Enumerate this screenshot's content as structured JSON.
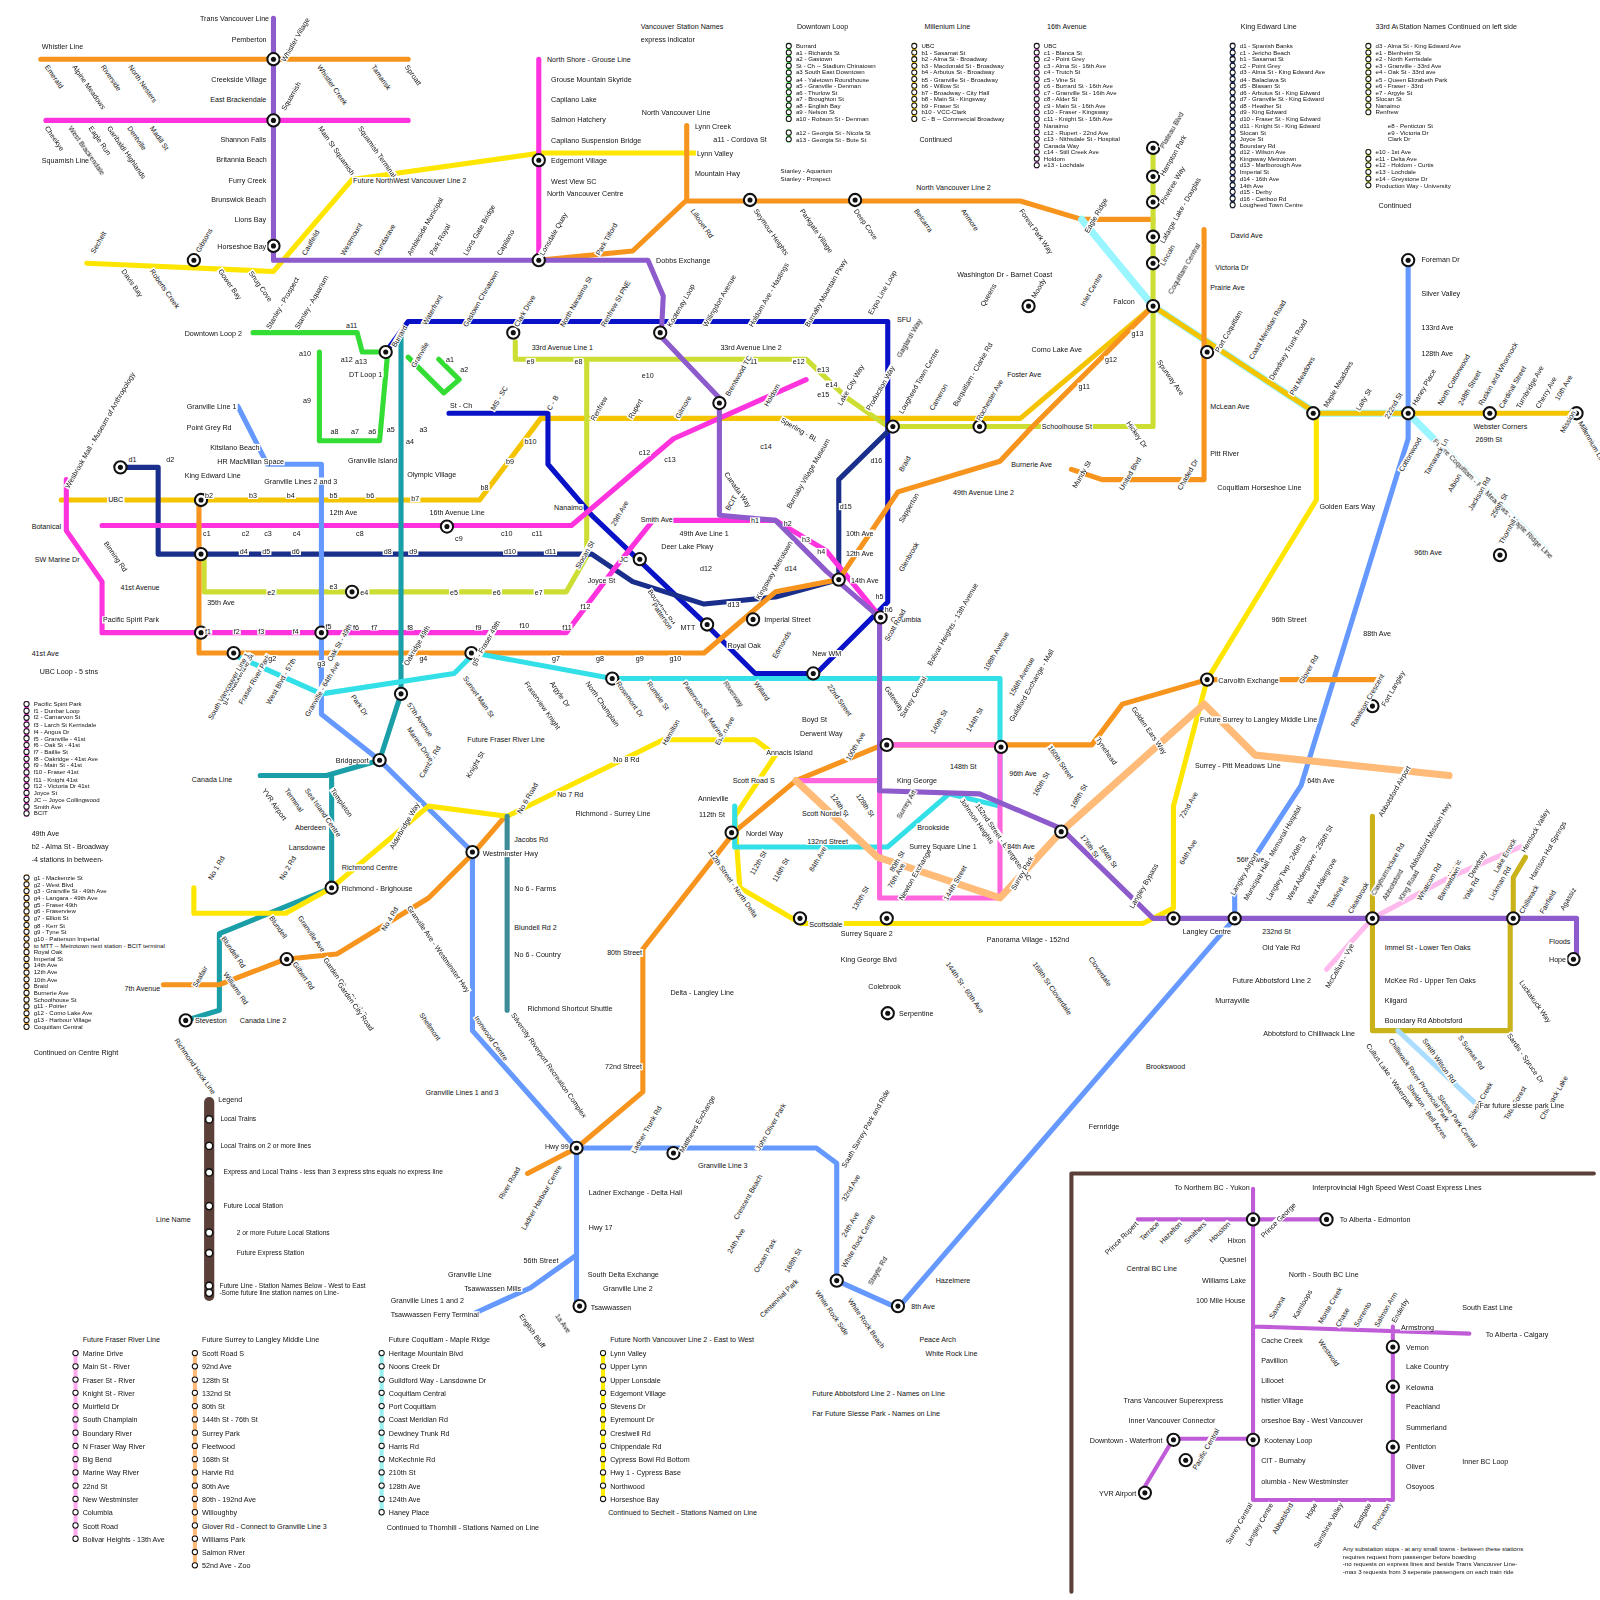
{
  "diagram": {
    "labels": [
      "Trans Vancouver Line",
      "Whistler Line",
      "Pemberton",
      "Whistler Village",
      "Emerald",
      "Alpine Meadows",
      "Riverside",
      "North Nesters",
      "Whistler Creek",
      "Tamarisk",
      "Sproatt",
      "Creekside Village",
      "East Brackendale",
      "Squamish",
      "Cheekye",
      "West Brackendale",
      "Eagle Run",
      "Garibaldi Highlands",
      "Dentville",
      "Madill St",
      "Main St Squamish",
      "Squamish Terminal",
      "Squamish Line",
      "Shannon Falls",
      "Britannia Beach",
      "Furry Creek",
      "Brunswick Beach",
      "Lions Bay",
      "Horseshoe Bay",
      "Sechelt",
      "Davis Bay",
      "Roberts Creek",
      "Gibsons",
      "Gower Bay",
      "Snug Cove",
      "Caulfeild",
      "Westmount",
      "Dundarave",
      "Ambleside Municipal",
      "Park Royal",
      "Lions Gate Bridge",
      "Capilano",
      "Lonsdale Quay",
      "Park Tilford",
      "Dobbs Exchange",
      "Future NorthWest Vancouver Line 2",
      "North Shore - Grouse Line",
      "Grouse Mountain Skyride",
      "Capilano Lake",
      "Salmon Hatchery",
      "Capilano Suspension Bridge",
      "Edgemont Village",
      "West View SC",
      "North Vancouver Centre",
      "Lynn Valley",
      "North Vancouver Line",
      "Lynn Creek",
      "a11 - Cordova St",
      "Mountain Hwy",
      "Lillooet Rd",
      "Seymour Heights",
      "Parkgate Village",
      "Deep Cove",
      "North Vancouver Line 2",
      "Belcarra",
      "Anmore",
      "Forest Park Way",
      "Eagle Ridge",
      "Plateau Blvd",
      "Hampton Park",
      "Pinetree Way",
      "Lafarge Lake - Douglas",
      "Lincoln",
      "Coquitlam Central",
      "Vancouver Station Names",
      "express indicator",
      "Downtown Loop",
      "Burrard",
      "a1 - Richards St",
      "a2 - Gastown",
      "St - Ch -- Stadium Chinatown",
      "a3 South East Downtown",
      "a4 - Yaletown Roundhouse",
      "a5 - Granville - Denman",
      "a6 - Thurlow St",
      "a7 - Broughton St",
      "a8 - English Bay",
      "a9 - Nelson St",
      "a10 - Robson St - Denman",
      "a12 - Georgia St - Nicola St",
      "a13 - Georgia St - Bute St",
      "Stanley - Aquarium",
      "Stanley - Prospect",
      "Millenium Line",
      "UBC",
      "b1 - Sasamat St",
      "b2 - Alma St - Broadway",
      "b3 - Macdonald St - Broadway",
      "b4 - Arbutus St - Broadway",
      "b5 - Granville St - Broadway",
      "b6 - Willow St",
      "b7 - Broadway - City Hall",
      "b8 - Main St - Kingsway",
      "b9 - Fraser St",
      "b10 - VCC-Clark",
      "C - B -- Commercial Broadway",
      "Continued",
      "16th Avenue",
      "UBC",
      "c1 - Blanca St",
      "c2 - Point Grey",
      "c3 - Alma St - 16th Ave",
      "c4 - Trutch St",
      "c5 - Vine St",
      "c6 - Burrard St - 16th Ave",
      "c7 - Granville St - 16th Ave",
      "c8 - Alder St",
      "c9 - Main St - 16th Ave",
      "c10 - Fraser - Kingsway",
      "c11 - Knight St - 16th Ave",
      "Nanaimo",
      "c12 - Rupert - 22nd Ave",
      "c13 - Nithsdale St - Hospital",
      "Canada Way",
      "c14 - Still Creek Ave",
      "Holdom",
      "e13 - Lochdale",
      "King Edward Line",
      "d1 - Spanish Banks",
      "c1 - Jericho Beach",
      "b1 - Sasamat St",
      "c2 - Point Grey",
      "d3 - Alma St - King Edward Ave",
      "d4 - Balaclava St",
      "d5 - Blasam St",
      "d6 - Arbutus St - King Edward",
      "d7 - Granville St - King Edward",
      "d8 - Heather St",
      "d9 - King Edward",
      "d10 - Fraser St - King Edward",
      "d11 - Knight St - King Edward",
      "Slocan St",
      "Joyce St",
      "Boundary Rd",
      "d12 - Wilson Ave",
      "Kingsway Metrotown",
      "d13 - Marlborough Ave",
      "Imperial St",
      "d14 - 16th Ave",
      "14th Ave",
      "d15 - Derby",
      "d16 - Cariboo Rd",
      "Lougheed Town Centre",
      "33rd Ave",
      "Station Names Continued on left side",
      "d3 - Alma St - King Edward Ave",
      "e1 - Blenheim St",
      "e2 - North Kerrisdale",
      "e3 - Granville - 33rd Ave",
      "e4 - Oak St - 33rd ave",
      "e5 - Queen Elizabeth Park",
      "e6 - Fraser - 33rd",
      "e7 - Argyle St",
      "Slocan St",
      "Nanaimo",
      "Renfrew",
      "e8 - Penticton St",
      "e9 - Victoria Dr",
      "Clark Dr",
      "e10 - 1st Ave",
      "e11 - Delta Ave",
      "e12 - Holdom - Curtis",
      "e13 - Lochdale",
      "e14 - Greystone Dr",
      "Production Way - University",
      "Continued",
      "41st Ave",
      "UBC Loop - 5 stns",
      "Pacific Spirit Park",
      "f1 - Dunbar Loop",
      "f2 - Carnarvon St",
      "f3 - Larch St Kerrisdale",
      "f4 - Angus Dr",
      "f5 - Granville - 41st",
      "f6 - Oak St - 41st",
      "f7 - Baillie St",
      "f8 - Oakridge - 41st Ave",
      "f9 - Main St - 41st",
      "f10 - Fraser 41st",
      "f11 - Knight 41st",
      "f12 - Victoria Dr 41st",
      "Joyce St",
      "JC -- Joyce Collingwood",
      "Smith Ave",
      "BCIT",
      "49th Ave",
      "b2 - Alma St - Broadway",
      "-4 stations in between-",
      "g1 - Mackenzie St",
      "g2 - West Blvd",
      "g3 - Granville St - 49th Ave",
      "g4 - Langara - 49th Ave",
      "g5 - Fraser 49th",
      "g6 - Fraserview",
      "g7 - Elliott St",
      "g8 - Kerr St",
      "g9 - Tyne St",
      "g10 - Patterson Imperial",
      "to MTT -- Metrotown next station - BCIT terminal",
      "Royal Oak",
      "Imperial St",
      "14th Ave",
      "12th Ave",
      "10th Ave",
      "Braid",
      "Burnerie Ave",
      "Schoolhouse St",
      "g11 - Poirier",
      "g12 - Como Lake Ave",
      "g13 - Harbour Village",
      "Coquitlam Central",
      "Continued on Centre Right",
      "Legend",
      "Line Name",
      "Future Fraser River Line",
      "Marine Drive",
      "Main St - River",
      "Fraser St - River",
      "Knight St - River",
      "Muirfield Dr",
      "South Champlain",
      "Boundary River",
      "N Fraser Way River",
      "Big Bend",
      "Marine Way River",
      "22nd St",
      "New Westminster",
      "Columbia",
      "Scott Road",
      "Bolivar Heights - 13th Ave",
      "Future Surrey to Langley Middle Line",
      "Scott Road S",
      "92nd Ave",
      "128th St",
      "132nd St",
      "80th St",
      "144th St - 76th St",
      "Surrey Park",
      "Fleetwood",
      "168th St",
      "Harvie Rd",
      "80th Ave",
      "80th - 192nd Ave",
      "Willoughby",
      "Glover Rd - Connect to Granville Line 3",
      "Williams Park",
      "Salmon River",
      "52nd Ave - Zoo",
      "Future Coquitlam - Maple Ridge",
      "Heritage Mountain Blvd",
      "Noons Creek Dr",
      "Guildford Way - Lansdowne Dr",
      "Coquitlam Central",
      "Port Coquitlam",
      "Coast Meridian Rd",
      "Dewdney Trunk Rd",
      "Harris Rd",
      "McKechnie Rd",
      "210th St",
      "128th Ave",
      "124th Ave",
      "Haney Place",
      "Continued to Thornhill - Stations Named on Line",
      "Future North Vancouver Line 2 - East to West",
      "Lynn Valley",
      "Upper Lynn",
      "Upper Lonsdale",
      "Edgemont Village",
      "Stevens Dr",
      "Eyremount Dr",
      "Crestwell Rd",
      "Chippendale Rd",
      "Cypress Bowl Rd Bottom",
      "Hwy 1 - Cypress Base",
      "Northwood",
      "Horseshoe Bay",
      "Continued to Sechelt - Stations Named on Line",
      "Future Abbotsford Line 2 - Names on Line",
      "Far Future Slesse Park - Names on Line",
      "Interprovincial High Speed West Coast Express Lines",
      "To Northern BC - Yukon",
      "To Alberta - Edmonton",
      "Prince Rupert",
      "Terrace",
      "Hazelton",
      "Smithers",
      "Houston",
      "Prince George",
      "Central BC Line",
      "Hixon",
      "Quesnel",
      "Williams Lake",
      "100 Mile House",
      "North - South BC Line",
      "Savona",
      "Kamloops",
      "Monte Creek",
      "Chase",
      "Sorrento",
      "Salmon Arm",
      "Enderby",
      "Westwold",
      "Armstrong",
      "South East Line",
      "To Alberta - Calgary",
      "Cache Creek",
      "Pavillion",
      "Lillooet",
      "histler Village",
      "orseshoe Bay - West Vancouver",
      "Kootenay Loop",
      "CIT - Burnaby",
      "olumbia - New Westminster",
      "Vernon",
      "Lake Country",
      "Kelowna",
      "Peachland",
      "Summerland",
      "Penticton",
      "Oliver",
      "Osoyoos",
      "Inner BC Loop",
      "Trans Vancouver Superexpress",
      "Inner Vancouver Connector",
      "Downtown - Waterfront",
      "Pacific Central",
      "YVR Airport",
      "Surrey Central",
      "Langley Centre",
      "Abbotsford",
      "Hope",
      "Sunshine Valley",
      "Eastgate",
      "Princeton",
      "Any substation stops - at any small towns - between these stations",
      "requires request from passenger before boarding",
      "-no requests on express lines and beside Trans Vancouver Line-",
      "-max 3 requests from 3 seperate passengers on each train ride",
      "Downtown Loop 2",
      "Stanley - Prospect",
      "Stanley - Aquarium",
      "a11",
      "a10",
      "a12",
      "a13",
      "DT Loop 1",
      "a9",
      "a8",
      "a7",
      "a6",
      "a5",
      "a4",
      "a3",
      "a2",
      "a1",
      "St - Ch",
      "Burrard",
      "Granville",
      "Waterfront",
      "Gastown Chinatown",
      "Clark Drive",
      "North Nanaimo St",
      "Renfrew St PNE",
      "Kootenay Loop",
      "Willingdon Avenue",
      "Holdom Ave - Hastings",
      "Burnaby Mountain Pkwy",
      "Expo Line Loop",
      "SFU",
      "Gaglardi Way",
      "MS - SC",
      "C - B",
      "b10",
      "b9",
      "b8",
      "b7",
      "Olympic Village",
      "Granville Island",
      "Granville Lines 2 and 3",
      "Kitsilano Beach",
      "HR MacMillan Space",
      "Point Grey Rd",
      "Granville Line 1",
      "33rd Avenue Line 1",
      "33rd Avenue Line 2",
      "e9",
      "e8",
      "e10",
      "e11",
      "e12",
      "e13",
      "e14",
      "e15",
      "Renfrew",
      "Rupert",
      "Gilmore",
      "Brentwood TC",
      "Holdom",
      "Sperling - BL",
      "Lake City Way",
      "Production Way",
      "Lougheed Town Centre",
      "Cameron",
      "Burquitlam - Clarke Rd",
      "Rochester Ave",
      "Schoolhouse St",
      "Hickey Dr",
      "c14",
      "c12",
      "c13",
      "Canada Way",
      "Nanaimo",
      "29th Ave",
      "Smith Ave",
      "49th Ave Line 1",
      "Deer Lake Pkwy",
      "BCIT",
      "h1",
      "h2",
      "h3",
      "h4",
      "Burnaby Village Museum",
      "JC",
      "Joyce St",
      "f12",
      "Boundary Rd",
      "Patterson",
      "MTT",
      "d12",
      "d13",
      "Kingsway Metrotown",
      "d14",
      "d15",
      "d16",
      "10th Ave",
      "12th Ave",
      "14th Ave",
      "Imperial Street",
      "Royal Oak",
      "Edmonds",
      "Columbia",
      "h5",
      "h6",
      "New WM",
      "22nd Street",
      "Boyd St",
      "Derwent Way",
      "Annacis Island",
      "Annieville",
      "112th St",
      "Nordel Way",
      "Braid",
      "Sapperton",
      "Glenbrook",
      "Burnerie Ave",
      "49th Avenue Line 2",
      "Mundy St",
      "United Blvd",
      "Chaded Dr",
      "Foster Ave",
      "Como Lake Ave",
      "g11",
      "g12",
      "g13",
      "Falcon",
      "Inlet Centre",
      "Moody",
      "Queens",
      "Washington Dr - Barnet Coast",
      "Spurway Ave",
      "David Ave",
      "Victoria Dr",
      "Prairie Ave",
      "Port Coquitlam",
      "McLean Ave",
      "Pitt River",
      "Coquitlam Horseshoe Line",
      "Coast Meridian Road",
      "Dewdney Trunk Road",
      "Pitt Meadows",
      "Maple Meadows",
      "Laity St",
      "222nd St",
      "Haney Place",
      "North Cottonwood",
      "248th Street",
      "Ruskin and Whonnock",
      "Cardinal Street",
      "Webster Corners",
      "269th St",
      "Turnbridge Ave",
      "Cherry Ave",
      "10th Ave",
      "Mission",
      "Millennium Line",
      "Foreman Dr",
      "Silver Valley",
      "133rd Ave",
      "128th Ave",
      "Future Coquitlam - Pitt Meadows - Maple Ridge Line",
      "Cottonwood",
      "Tamarack Ln",
      "Albion",
      "Jackson Rd",
      "256th St",
      "Thornhill",
      "96th Ave",
      "88th Ave",
      "Golden Ears Way",
      "96th Street",
      "Carvolth Exchange",
      "Glover Rd",
      "Fort Langley",
      "Rawlison Crescent",
      "Future Surrey to Langley Middle Line",
      "Surrey - Pitt Meadows Line",
      "64th Ave",
      "56th Ave",
      "Golden Ears Way",
      "Tynehead",
      "Scott Road",
      "Bolivar Heights - 13th Avenue",
      "108th Avenue",
      "156th Avenue",
      "Gateway",
      "Surrey Central",
      "140th St",
      "144th St",
      "Guildford Exchange - Mall",
      "160th Street",
      "148th St",
      "96th Ave",
      "100th Ave",
      "King George",
      "124th St",
      "128th St",
      "Scott Road S",
      "Scott Nordel",
      "Johnson Heights",
      "152nd Street - Evergreen SC",
      "160th St",
      "168th St",
      "176th St",
      "184th St",
      "Langley Bypass",
      "72nd Ave",
      "64th Ave",
      "Langley Centre",
      "Langley Airport",
      "Brookside",
      "Surrey Art",
      "132nd Street",
      "84th Ave",
      "84th Ave",
      "80th St",
      "76th Ave",
      "Newton Exchange",
      "144th Street",
      "Surrey Park",
      "Surrey Square Line 1",
      "112th Street - North Delta",
      "112th St",
      "116th St",
      "Scottsdale",
      "130th St",
      "Surrey Square 2",
      "King George Blvd",
      "Colebrook",
      "Serpentine",
      "Panorama Village - 152nd",
      "144th St - 60th Ave",
      "168th St Cloverdale",
      "Cloverdale",
      "Municipal Hall - Memorial Hospital",
      "Langley Twp - 240th St",
      "West Aldergrove - 256th St",
      "West Aldergrove",
      "Towline Hill",
      "Clearbrook",
      "232nd St",
      "Old Yale Rd",
      "Future Abbotsford Line 2",
      "Murrayville",
      "Brookswood",
      "Fernridge",
      "Hazelmere",
      "8th Ave",
      "Peace Arch",
      "White Rock Line",
      "Abbotsford Airport",
      "Maclure Rd",
      "Abbotsford Mission Hwy",
      "Hatzic",
      "Dewdney",
      "Lake Errock",
      "Hemlock Valley",
      "Harrison Hot Springs",
      "Chilliwack",
      "Fairfield",
      "Agassiz",
      "Floods",
      "Hope",
      "Clayburn",
      "Abbotsford",
      "King Road",
      "Whatcom Rd",
      "Barrowtown",
      "Yale Rd",
      "Lickman Rd",
      "Immel St - Lower Ten Oaks",
      "McKee Rd - Upper Ten Oaks",
      "Kilgard",
      "Boundary Rd Abbotsford",
      "Abbotsford to Chilliwack Line",
      "McCallum - Vye",
      "Luckakuck Way",
      "Sardis - Spruce Dr",
      "Cultus Lake - Waterpark",
      "Chilliwack River Provincial Park",
      "Smith Wilson Rd",
      "S Sumas Rd",
      "Sheldon - Bell Acres",
      "Slesse Park Central",
      "Silesia Creek",
      "Total Forest",
      "Chilliwack Lake",
      "Far future slesse park Line",
      "Canada Line",
      "YVR Airport",
      "Terminal",
      "Sea Island Centre",
      "Templeton",
      "Bridgeport",
      "Cambie Rd",
      "Knight St",
      "Jacobs Rd",
      "Westminster Hwy",
      "No 6 Road",
      "No 7 Rd",
      "No 8 Rd",
      "Richmond - Surrey Line",
      "Hamilton",
      "Ewen Ave",
      "Aberdeen",
      "Lansdowne",
      "Richmond Centre",
      "Alderbridge Way",
      "Richmond - Brighouse",
      "No 1 Rd",
      "No 2 Rd",
      "Blundell",
      "Granville Ave",
      "Blundell Rd",
      "Williams Rd",
      "Gilbert Rd",
      "No 4 Rd",
      "Granville Ave - Westminster Hwy",
      "Garden City - Blundell",
      "Garden City Road",
      "Shellmont",
      "Ironwood Centre",
      "Silvercity Riverport Recreation Complex",
      "Blundell Rd 2",
      "No 6 - Farms",
      "No 6 - Country",
      "Richmond Shortcut Shuttle",
      "7th Avenue",
      "Seafair",
      "Steveston",
      "Canada Line 2",
      "Richmond Hook Line",
      "Hwy 99",
      "Ladner Trunk Rd",
      "Matthews Exchange",
      "John Oliver Park",
      "Granville Line 3",
      "River Road",
      "Ladner Harbour Centre",
      "Ladner Exchange - Delta Hall",
      "Hwy 17",
      "56th Street",
      "South Delta Exchange",
      "Granville Line 2",
      "Tsawwassen",
      "Granville Line",
      "Tsawwassen Mills",
      "Granville Lines 1 and 2",
      "Tsawwassen Ferry Terminal",
      "English Bluff",
      "1a Ave",
      "Crescent Beach",
      "24th Ave",
      "Ocean Park",
      "168th St",
      "Centennial Park",
      "South Surrey Park and Ride",
      "32nd Ave",
      "24th Ave",
      "White Rock Centre",
      "Stayte Rd",
      "White Rock Side",
      "White Rock Beach",
      "80th Street",
      "72nd Street",
      "Delta - Langley Line",
      "Granville Lines 1 and 3",
      "57th Avenue",
      "Oakridge 49th",
      "Marine Drive",
      "Future Fraser River Line",
      "Sunset Main St",
      "g5 - Fraser 49th",
      "Fraserview Knight",
      "Argyle Dr",
      "North Champlain",
      "Rosemont Dr",
      "Rumble St",
      "Patterson-SE Marine",
      "Riverway",
      "Willard",
      "g1 - Mackenzie St",
      "South Vancouver Line 1",
      "Fraser River Park",
      "West Blvd - 57th",
      "Granville - 64th Ave",
      "Park Dr",
      "Oak St - 49th",
      "g2",
      "g3",
      "g4",
      "g7",
      "g8",
      "g9",
      "g10",
      "f1",
      "f2",
      "f3",
      "f4",
      "f5",
      "f6",
      "f7",
      "f8",
      "f9",
      "f10",
      "f11",
      "35th Ave",
      "d1",
      "d2",
      "King Edward Line",
      "d4",
      "d5",
      "d6",
      "d8",
      "d9",
      "d10",
      "d11",
      "c1",
      "c2",
      "c3",
      "c4",
      "c8",
      "c9",
      "c10",
      "c11",
      "16th Avenue Line",
      "b2",
      "b3",
      "b4",
      "b5",
      "b6",
      "12th Ave",
      "e2",
      "e3",
      "e4",
      "e5",
      "e6",
      "e7",
      "Slocan St",
      "UBC",
      "Wesbrook Mall - Museum of Anthropology",
      "Botanical",
      "SW Marine Dr",
      "Binning Rd",
      "41st Avenue",
      "Pacific Spirit Park"
    ],
    "legend": [
      {
        "text": "Local Trains"
      },
      {
        "text": "Local Trains on 2 or more lines"
      },
      {
        "text": "Express and Local Trains - less than 3 express stns equals no express line"
      },
      {
        "text": "Future Local Station"
      },
      {
        "text": "2 or more Future Local Stations"
      },
      {
        "text": "Future Express Station"
      },
      {
        "text": "Future Line - Station Names Below - West to East"
      },
      {
        "text": "-Some future line station names on Line-"
      }
    ]
  }
}
